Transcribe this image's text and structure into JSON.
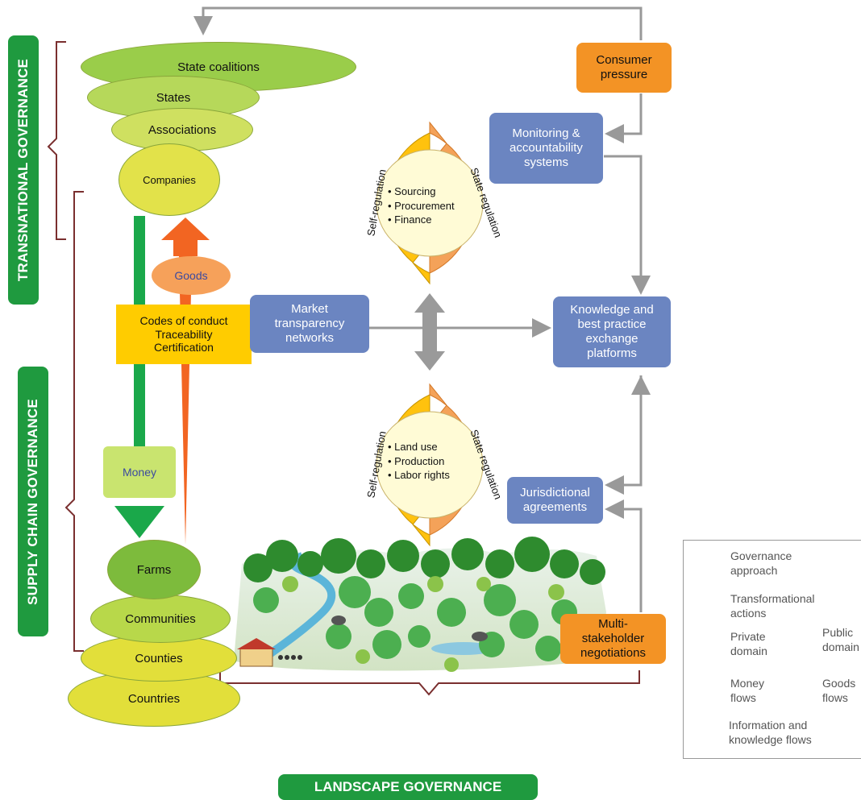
{
  "governance_labels": {
    "transnational": "TRANSNATIONAL GOVERNANCE",
    "supply_chain": "SUPPLY CHAIN GOVERNANCE",
    "landscape": "LANDSCAPE GOVERNANCE"
  },
  "top_stack": [
    "State coalitions",
    "States",
    "Associations",
    "Companies"
  ],
  "bottom_stack": [
    "Farms",
    "Communities",
    "Counties",
    "Countries"
  ],
  "flows": {
    "goods": "Goods",
    "money": "Money"
  },
  "codes_box": "Codes of conduct\nTraceability\nCertification",
  "actions": {
    "consumer_pressure": "Consumer\npressure",
    "monitoring": "Monitoring &\naccountability\nsystems",
    "market_transparency": "Market\ntransparency\nnetworks",
    "knowledge": "Knowledge and\nbest practice\nexchange\nplatforms",
    "jurisdictional": "Jurisdictional\nagreements",
    "multistakeholder": "Multi-\nstakeholder\nnegotiations"
  },
  "upper_cycle": {
    "left": "Self-regulation",
    "right": "State regulation",
    "items": [
      "Sourcing",
      "Procurement",
      "Finance"
    ]
  },
  "lower_cycle": {
    "left": "Self-regulation",
    "right": "State regulation",
    "items": [
      "Land use",
      "Production",
      "Labor rights"
    ]
  },
  "legend": {
    "governance_approach": "Governance\napproach",
    "transformational_actions": "Transformational\nactions",
    "private_domain": "Private\ndomain",
    "public_domain": "Public\ndomain",
    "money_flows": "Money\nflows",
    "goods_flows": "Goods\nflows",
    "information_flows": "Information and\nknowledge flows"
  },
  "colors": {
    "governance_green": "#1f9a3f",
    "action_blue": "#6b85c1",
    "private_yellow": "#ffc20e",
    "public_orange": "#f4a259",
    "money_green": "#1aa84a",
    "goods_orange": "#f26522",
    "info_gray": "#999999"
  }
}
